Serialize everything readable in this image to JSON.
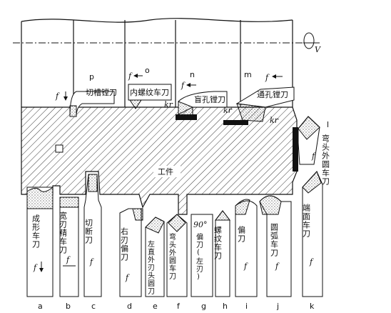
{
  "work_label": "工件",
  "rotation_symbol": "V",
  "feed_symbol": "f",
  "kr_symbol": "kr",
  "angle_90": "90°",
  "tools": [
    {
      "letter": "a",
      "name": "成形车刀"
    },
    {
      "letter": "b",
      "name": "宽刃精车刀"
    },
    {
      "letter": "c",
      "name": "切断刀"
    },
    {
      "letter": "d",
      "name": "右刃偏刀"
    },
    {
      "letter": "e",
      "name": "左直外刃头圆刀"
    },
    {
      "letter": "f",
      "name": "弯头外圆车刀"
    },
    {
      "letter": "g",
      "name": "偏刀(左刃)"
    },
    {
      "letter": "h",
      "name": "螺纹车刀"
    },
    {
      "letter": "i",
      "name": "偏刀"
    },
    {
      "letter": "j",
      "name": "圆弧车刀"
    },
    {
      "letter": "k",
      "name": "端面车刀"
    },
    {
      "letter": "l",
      "name": "弯头外圆车刀"
    },
    {
      "letter": "m",
      "name": "通孔镗刀"
    },
    {
      "letter": "n",
      "name": "盲孔镗刀"
    },
    {
      "letter": "o",
      "name": "内螺纹车刀"
    },
    {
      "letter": "p",
      "name": "切槽镗刀"
    }
  ]
}
